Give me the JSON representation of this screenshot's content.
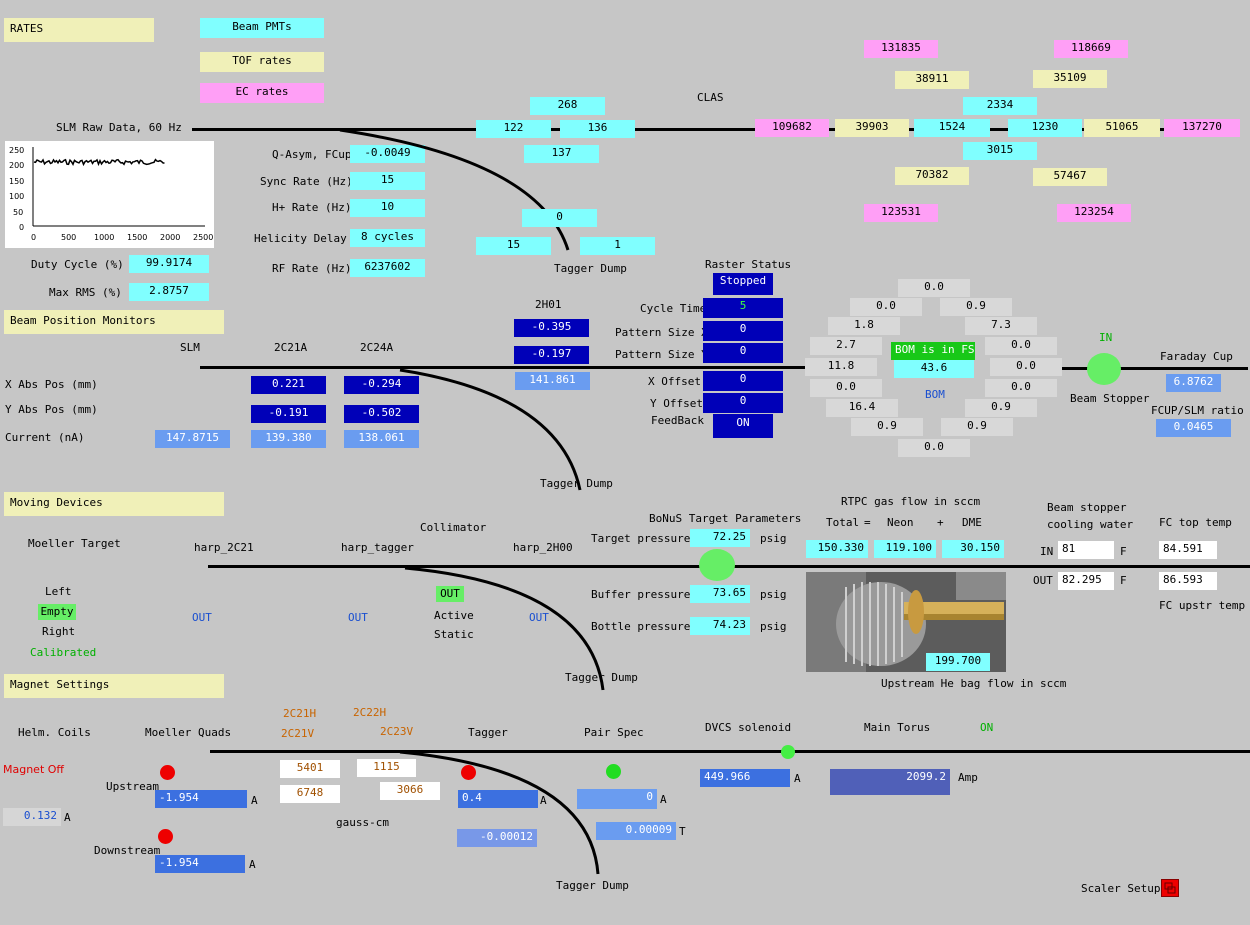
{
  "rates": {
    "title": "RATES",
    "buttons": {
      "beam_pmts": "Beam PMTs",
      "tof": "TOF rates",
      "ec": "EC rates"
    },
    "slm_label": "SLM Raw Data, 60 Hz",
    "plot_y_ticks": [
      "250",
      "200",
      "150",
      "100",
      "50",
      "0"
    ],
    "plot_x_ticks": [
      "0",
      "500",
      "1000",
      "1500",
      "2000",
      "2500"
    ],
    "duty_cycle_label": "Duty Cycle (%)",
    "duty_cycle": "99.9174",
    "max_rms_label": "Max RMS (%)",
    "max_rms": "2.8757",
    "qasym_label": "Q-Asym, FCup",
    "qasym": "-0.0049",
    "sync_label": "Sync Rate (Hz)",
    "sync": "15",
    "hplus_label": "H+ Rate (Hz)",
    "hplus": "10",
    "hdelay_label": "Helicity Delay",
    "hdelay": "8 cycles",
    "rf_label": "RF Rate (Hz)",
    "rf": "6237602",
    "tagger": {
      "v268": "268",
      "v122": "122",
      "v136": "136",
      "v137": "137",
      "v0": "0",
      "v15": "15",
      "v1": "1",
      "dump": "Tagger Dump"
    },
    "clas": {
      "label": "CLAS",
      "v131835": "131835",
      "v118669": "118669",
      "v38911": "38911",
      "v35109": "35109",
      "v2334": "2334",
      "v109682": "109682",
      "v39903": "39903",
      "v1524": "1524",
      "v1230": "1230",
      "v51065": "51065",
      "v137270": "137270",
      "v3015": "3015",
      "v70382": "70382",
      "v57467": "57467",
      "v123531": "123531",
      "v123254": "123254"
    }
  },
  "bpm": {
    "title": "Beam Position Monitors",
    "cols": {
      "slm": "SLM",
      "c21a": "2C21A",
      "c24a": "2C24A",
      "h01": "2H01"
    },
    "x_label": "X Abs Pos (mm)",
    "y_label": "Y Abs Pos (mm)",
    "current_label": "Current (nA)",
    "x21": "0.221",
    "x24": "-0.294",
    "y21": "-0.191",
    "y24": "-0.502",
    "cur_slm": "147.8715",
    "cur21": "139.380",
    "cur24": "138.061",
    "h01_x": "-0.395",
    "h01_y": "-0.197",
    "h01_cur": "141.861",
    "dump": "Tagger Dump"
  },
  "raster": {
    "title": "Raster Status",
    "status": "Stopped",
    "cycle_label": "Cycle Time",
    "cycle": "5",
    "psx_label": "Pattern Size X",
    "psx": "0",
    "psy_label": "Pattern Size Y",
    "psy": "0",
    "xoff_label": "X Offset",
    "xoff": "0",
    "yoff_label": "Y Offset",
    "yoff": "0",
    "fb_label": "FeedBack",
    "fb": "ON"
  },
  "bom": {
    "status": "BOM is in FSD",
    "center": "43.6",
    "label": "BOM",
    "top": "0.0",
    "r1l": "0.0",
    "r1r": "0.9",
    "r2l": "1.8",
    "r2r": "7.3",
    "r3l": "2.7",
    "r3r": "0.0",
    "r4l": "11.8",
    "r4r": "0.0",
    "r5l": "0.0",
    "r5r": "0.0",
    "r6l": "16.4",
    "r6r": "0.9",
    "r7l": "0.9",
    "r7r": "0.9",
    "bottom": "0.0"
  },
  "stopper": {
    "in": "IN",
    "label": "Beam Stopper",
    "fc_label": "Faraday Cup",
    "fc": "6.8762",
    "ratio_label": "FCUP/SLM ratio",
    "ratio": "0.0465"
  },
  "moving": {
    "title": "Moving Devices",
    "moeller": "Moeller Target",
    "harp_2c21": "harp_2C21",
    "harp_tagger": "harp_tagger",
    "collimator": "Collimator",
    "harp_2h00": "harp_2H00",
    "left": "Left",
    "empty": "Empty",
    "right": "Right",
    "calibrated": "Calibrated",
    "out1": "OUT",
    "out2": "OUT",
    "out3": "OUT",
    "coll_out": "OUT",
    "active": "Active",
    "static": "Static",
    "dump": "Tagger Dump"
  },
  "bonus": {
    "title": "BoNuS Target Parameters",
    "target_label": "Target pressure",
    "target": "72.25",
    "buffer_label": "Buffer pressure",
    "buffer": "73.65",
    "bottle_label": "Bottle pressure",
    "bottle": "74.23",
    "unit": "psig"
  },
  "rtpc": {
    "title": "RTPC gas flow in sccm",
    "total": "Total",
    "eq": "=",
    "neon": "Neon",
    "plus": "+",
    "dme": "DME",
    "total_v": "150.330",
    "neon_v": "119.100",
    "dme_v": "30.150",
    "he_flow": "199.700",
    "he_label": "Upstream He bag flow in sccm"
  },
  "cooling": {
    "title1": "Beam stopper",
    "title2": "cooling water",
    "in": "IN",
    "in_v": "81",
    "out": "OUT",
    "out_v": "82.295",
    "unit": "F",
    "fc_top_label": "FC top temp",
    "fc_top": "84.591",
    "fc_up": "86.593",
    "fc_up_label": "FC upstr temp"
  },
  "magnet": {
    "title": "Magnet Settings",
    "helm": "Helm. Coils",
    "moeller_quads": "Moeller Quads",
    "c21h": "2C21H",
    "c21v": "2C21V",
    "c22h": "2C22H",
    "c23v": "2C23V",
    "tagger": "Tagger",
    "pair_spec": "Pair Spec",
    "dvcs": "DVCS solenoid",
    "torus": "Main Torus",
    "torus_on": "ON",
    "magnet_off": "Magnet Off",
    "helm_v": "0.132",
    "upstream": "Upstream",
    "downstream": "Downstream",
    "up_v": "-1.954",
    "down_v": "-1.954",
    "c21h_v": "5401",
    "c22h_v": "1115",
    "c21v_v": "6748",
    "c23v_v": "3066",
    "gauss": "gauss-cm",
    "tagger_v": "0.4",
    "tagger_v2": "-0.00012",
    "pair_v": "0",
    "pair_t": "0.00009",
    "dvcs_v": "449.966",
    "torus_v": "2099.2",
    "unit_a": "A",
    "unit_t": "T",
    "unit_amp": "Amp",
    "dump": "Tagger Dump"
  },
  "scaler": {
    "label": "Scaler Setup"
  },
  "colors": {
    "cyan": "#80ffff",
    "yellow": "#f0f0b8",
    "pink": "#ff9ff6",
    "navy": "#0000b8",
    "blue": "#3c70e0",
    "green": "#66ee66",
    "red": "#ee0000"
  }
}
